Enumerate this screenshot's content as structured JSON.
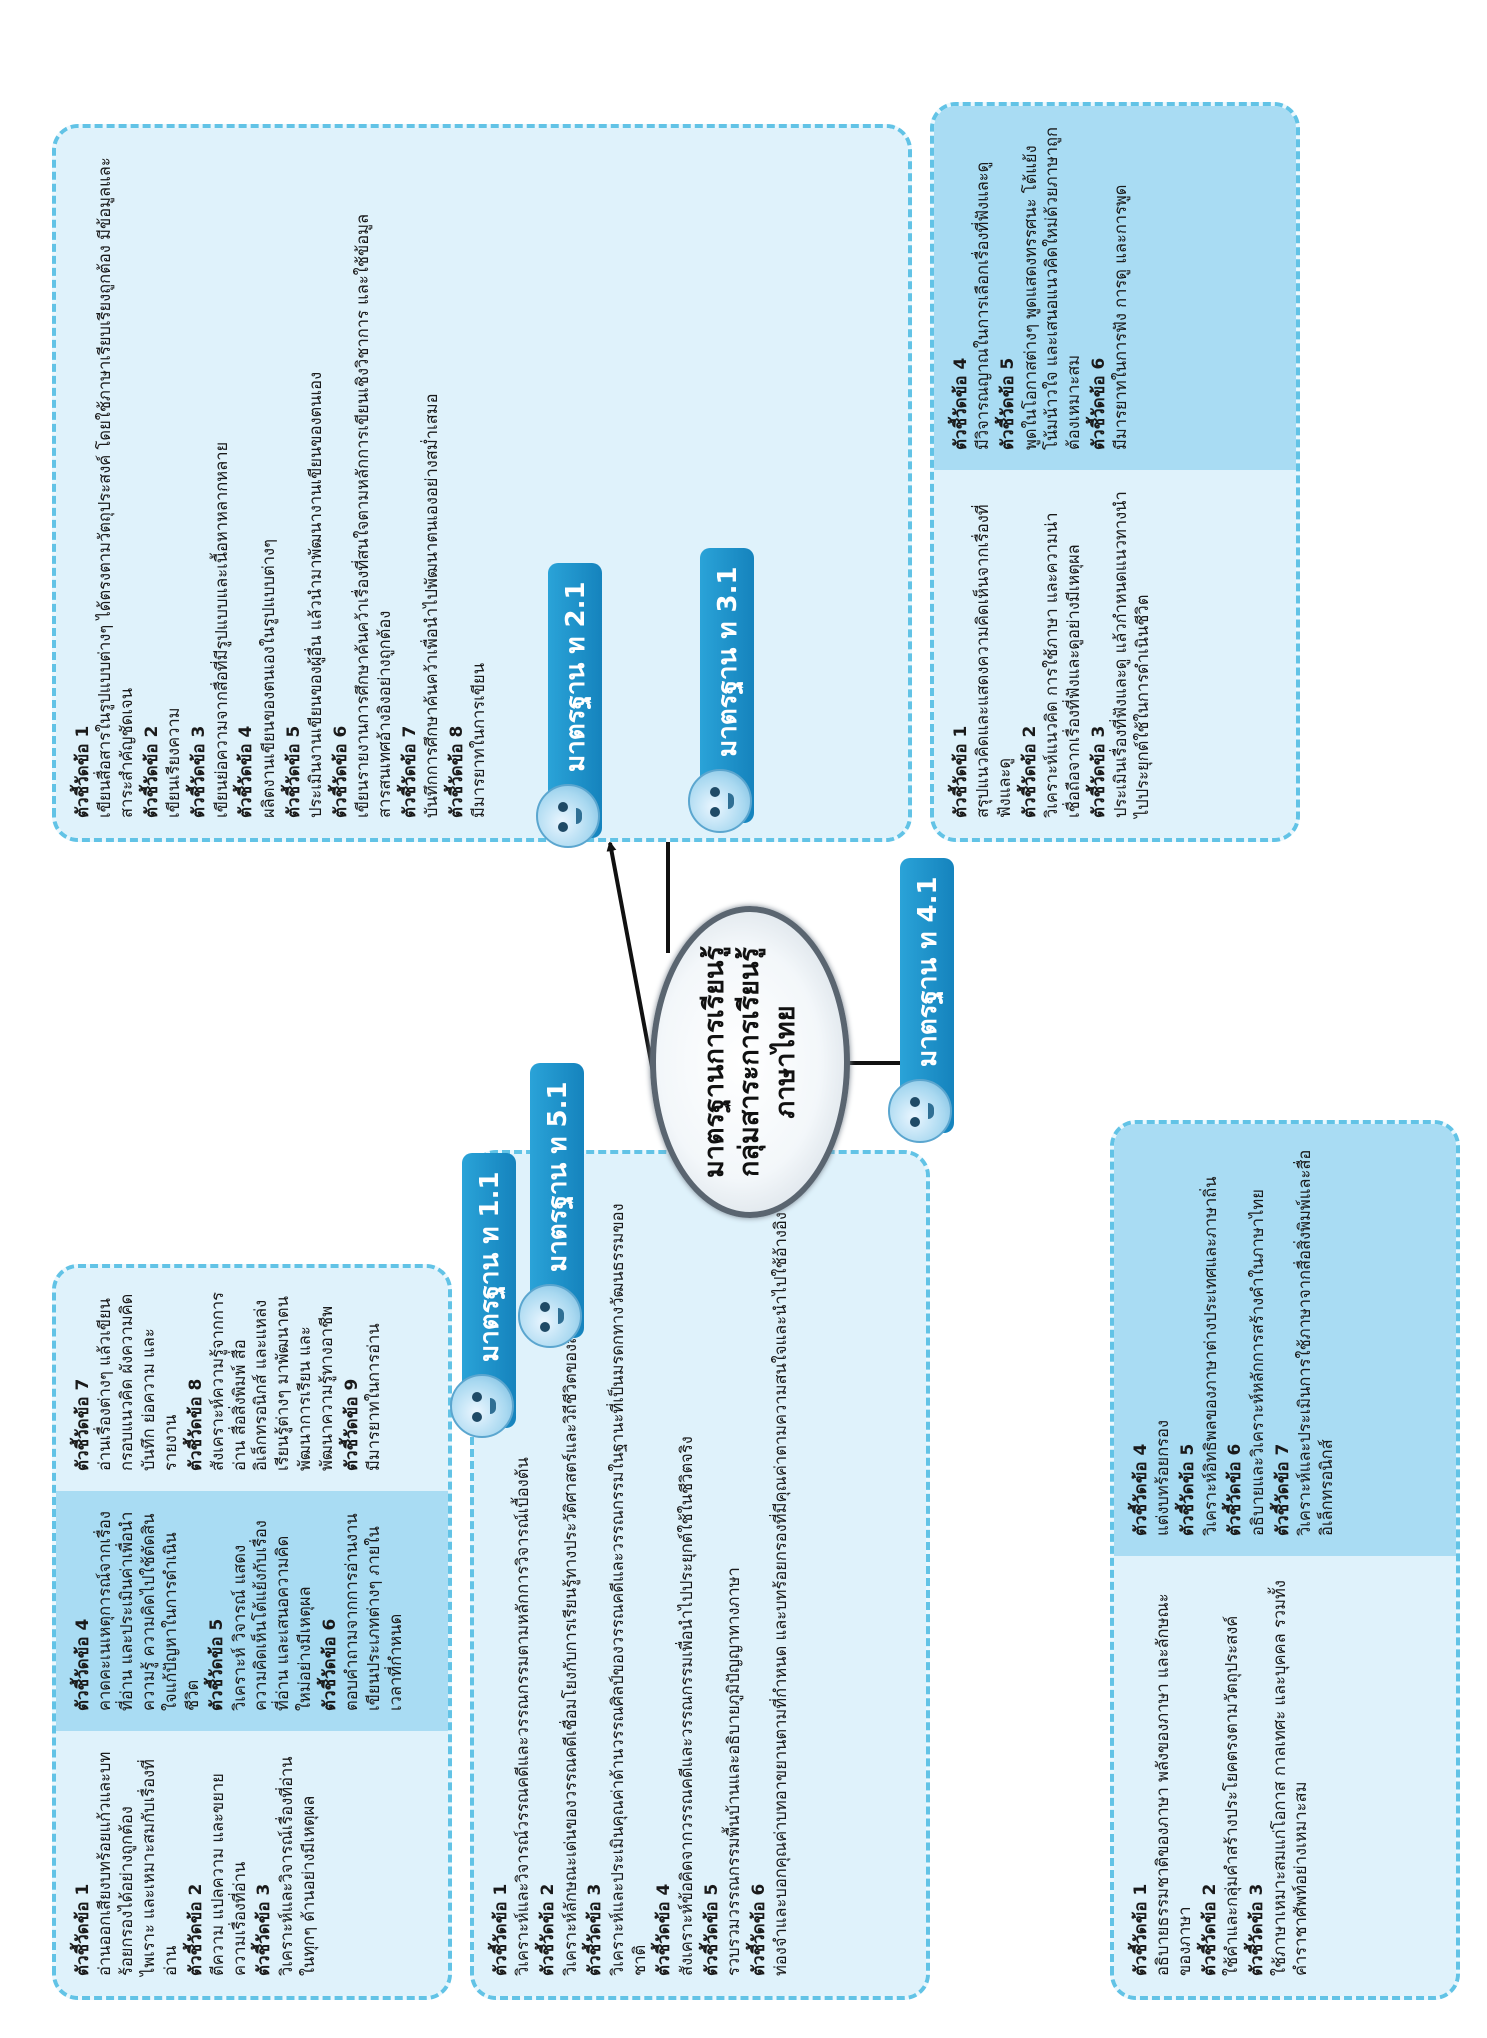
{
  "hub": {
    "line1": "มาตรฐานการเรียนรู้",
    "line2": "กลุ่มสาระการเรียนรู้",
    "line3": "ภาษาไทย"
  },
  "standards": {
    "s11": "มาตรฐาน ท 1.1",
    "s21": "มาตรฐาน ท 2.1",
    "s31": "มาตรฐาน ท 3.1",
    "s41": "มาตรฐาน ท 4.1",
    "s51": "มาตรฐาน ท 5.1"
  },
  "panel_11": {
    "col1": [
      {
        "label": "ตัวชี้วัดข้อ 1",
        "text": "อ่านออกเสียงบทร้อยแก้วและบทร้อยกรองได้อย่างถูกต้อง ไพเราะ และเหมาะสมกับเรื่องที่อ่าน"
      },
      {
        "label": "ตัวชี้วัดข้อ 2",
        "text": "ตีความ แปลความ และขยายความเรื่องที่อ่าน"
      },
      {
        "label": "ตัวชี้วัดข้อ 3",
        "text": "วิเคราะห์และวิจารณ์เรื่องที่อ่านในทุกๆ ด้านอย่างมีเหตุผล"
      }
    ],
    "col2": [
      {
        "label": "ตัวชี้วัดข้อ 4",
        "text": "คาดคะเนเหตุการณ์จากเรื่องที่อ่าน และประเมินค่าเพื่อนำความรู้ ความคิดไปใช้ตัดสินใจแก้ปัญหาในการดำเนินชีวิต"
      },
      {
        "label": "ตัวชี้วัดข้อ 5",
        "text": "วิเคราะห์ วิจารณ์ แสดงความคิดเห็นโต้แย้งกับเรื่องที่อ่าน และเสนอความคิดใหม่อย่างมีเหตุผล"
      },
      {
        "label": "ตัวชี้วัดข้อ 6",
        "text": "ตอบคำถามจากการอ่านงานเขียนประเภทต่างๆ ภายในเวลาที่กำหนด"
      }
    ],
    "col3": [
      {
        "label": "ตัวชี้วัดข้อ 7",
        "text": "อ่านเรื่องต่างๆ แล้วเขียนกรอบแนวคิด ผังความคิด บันทึก ย่อความ และรายงาน"
      },
      {
        "label": "ตัวชี้วัดข้อ 8",
        "text": "สังเคราะห์ความรู้จากการอ่าน สื่อสิ่งพิมพ์ สื่ออิเล็กทรอนิกส์ และแหล่งเรียนรู้ต่างๆ มาพัฒนาตน พัฒนาการเรียน และพัฒนาความรู้ทางอาชีพ"
      },
      {
        "label": "ตัวชี้วัดข้อ 9",
        "text": "มีมารยาทในการอ่าน"
      }
    ]
  },
  "panel_21": {
    "col1": [
      {
        "label": "ตัวชี้วัดข้อ 1",
        "text": "เขียนสื่อสารในรูปแบบต่างๆ ได้ตรงตามวัตถุประสงค์ โดยใช้ภาษาเรียบเรียงถูกต้อง มีข้อมูลและสาระสำคัญชัดเจน"
      },
      {
        "label": "ตัวชี้วัดข้อ 2",
        "text": "เขียนเรียงความ"
      },
      {
        "label": "ตัวชี้วัดข้อ 3",
        "text": "เขียนย่อความจากสื่อที่มีรูปแบบและเนื้อหาหลากหลาย"
      },
      {
        "label": "ตัวชี้วัดข้อ 4",
        "text": "ผลิตงานเขียนของตนเองในรูปแบบต่างๆ"
      },
      {
        "label": "ตัวชี้วัดข้อ 5",
        "text": "ประเมินงานเขียนของผู้อื่น แล้วนำมาพัฒนางานเขียนของตนเอง"
      },
      {
        "label": "ตัวชี้วัดข้อ 6",
        "text": "เขียนรายงานการศึกษาค้นคว้าเรื่องที่สนใจตามหลักการเขียนเชิงวิชาการ และใช้ข้อมูลสารสนเทศอ้างอิงอย่างถูกต้อง"
      },
      {
        "label": "ตัวชี้วัดข้อ 7",
        "text": "บันทึกการศึกษาค้นคว้าเพื่อนำไปพัฒนาตนเองอย่างสม่ำเสมอ"
      },
      {
        "label": "ตัวชี้วัดข้อ 8",
        "text": "มีมารยาทในการเขียน"
      }
    ]
  },
  "panel_31": {
    "col1": [
      {
        "label": "ตัวชี้วัดข้อ 1",
        "text": "สรุปแนวคิดและแสดงความคิดเห็นจากเรื่องที่ฟังและดู"
      },
      {
        "label": "ตัวชี้วัดข้อ 2",
        "text": "วิเคราะห์แนวคิด การใช้ภาษา และความน่าเชื่อถือจากเรื่องที่ฟังและดูอย่างมีเหตุผล"
      },
      {
        "label": "ตัวชี้วัดข้อ 3",
        "text": "ประเมินเรื่องที่ฟังและดู แล้วกำหนดแนวทางนำไปประยุกต์ใช้ในการดำเนินชีวิต"
      }
    ],
    "col2": [
      {
        "label": "ตัวชี้วัดข้อ 4",
        "text": "มีวิจารณญาณในการเลือกเรื่องที่ฟังและดู"
      },
      {
        "label": "ตัวชี้วัดข้อ 5",
        "text": "พูดในโอกาสต่างๆ พูดแสดงทรรศนะ โต้แย้ง โน้มน้าวใจ และเสนอแนวคิดใหม่ด้วยภาษาถูกต้องเหมาะสม"
      },
      {
        "label": "ตัวชี้วัดข้อ 6",
        "text": "มีมารยาทในการฟัง การดู และการพูด"
      }
    ]
  },
  "panel_41": {
    "col1": [
      {
        "label": "ตัวชี้วัดข้อ 1",
        "text": "อธิบายธรรมชาติของภาษา พลังของภาษา และลักษณะของภาษา"
      },
      {
        "label": "ตัวชี้วัดข้อ 2",
        "text": "ใช้คำและกลุ่มคำสร้างประโยคตรงตามวัตถุประสงค์"
      },
      {
        "label": "ตัวชี้วัดข้อ 3",
        "text": "ใช้ภาษาเหมาะสมแก่โอกาส กาลเทศะ และบุคคล รวมทั้งคำราชาศัพท์อย่างเหมาะสม"
      }
    ],
    "col2": [
      {
        "label": "ตัวชี้วัดข้อ 4",
        "text": "แต่งบทร้อยกรอง"
      },
      {
        "label": "ตัวชี้วัดข้อ 5",
        "text": "วิเคราะห์อิทธิพลของภาษาต่างประเทศและภาษาถิ่น"
      },
      {
        "label": "ตัวชี้วัดข้อ 6",
        "text": "อธิบายและวิเคราะห์หลักการสร้างคำในภาษาไทย"
      },
      {
        "label": "ตัวชี้วัดข้อ 7",
        "text": "วิเคราะห์และประเมินการใช้ภาษาจากสื่อสิ่งพิมพ์และสื่ออิเล็กทรอนิกส์"
      }
    ]
  },
  "panel_51": {
    "col1": [
      {
        "label": "ตัวชี้วัดข้อ 1",
        "text": "วิเคราะห์และวิจารณ์วรรณคดีและวรรณกรรมตามหลักการวิจารณ์เบื้องต้น"
      },
      {
        "label": "ตัวชี้วัดข้อ 2",
        "text": "วิเคราะห์ลักษณะเด่นของวรรณคดีเชื่อมโยงกับการเรียนรู้ทางประวัติศาสตร์และวิถีชีวิตของสังคมในอดีต"
      },
      {
        "label": "ตัวชี้วัดข้อ 3",
        "text": "วิเคราะห์และประเมินคุณค่าด้านวรรณศิลป์ของวรรณคดีและวรรณกรรมในฐานะที่เป็นมรดกทางวัฒนธรรมของชาติ"
      },
      {
        "label": "ตัวชี้วัดข้อ 4",
        "text": "สังเคราะห์ข้อคิดจากวรรณคดีและวรรณกรรมเพื่อนำไปประยุกต์ใช้ในชีวิตจริง"
      },
      {
        "label": "ตัวชี้วัดข้อ 5",
        "text": "รวบรวมวรรณกรรมพื้นบ้านและอธิบายภูมิปัญญาทางภาษา"
      },
      {
        "label": "ตัวชี้วัดข้อ 6",
        "text": "ท่องจำและบอกคุณค่าบทอาขยานตามที่กำหนด และบทร้อยกรองที่มีคุณค่าตามความสนใจและนำไปใช้อ้างอิง"
      }
    ]
  }
}
